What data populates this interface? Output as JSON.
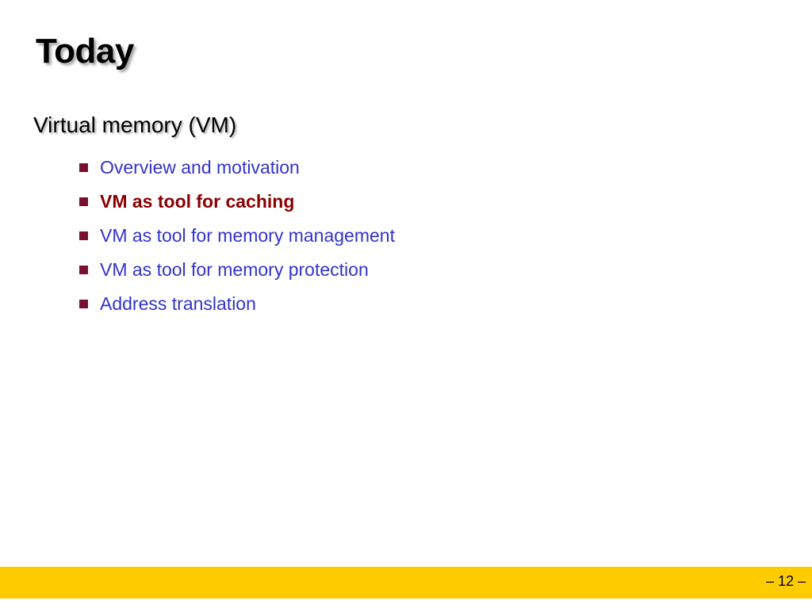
{
  "slide": {
    "title": "Today",
    "section_heading": "Virtual memory (VM)",
    "bullets": [
      {
        "label": "Overview and motivation",
        "active": false
      },
      {
        "label": "VM as tool for caching",
        "active": true
      },
      {
        "label": "VM as tool for memory management",
        "active": false
      },
      {
        "label": "VM as tool for memory protection",
        "active": false
      },
      {
        "label": "Address translation",
        "active": false
      }
    ],
    "page_number": "– 12 –"
  },
  "colors": {
    "bullet_text": "#3333cc",
    "active_text": "#8b0000",
    "bullet_marker": "#7a1030",
    "footer_bar": "#ffcc00"
  },
  "icons": {
    "bullet_marker": "square-bullet-icon"
  }
}
